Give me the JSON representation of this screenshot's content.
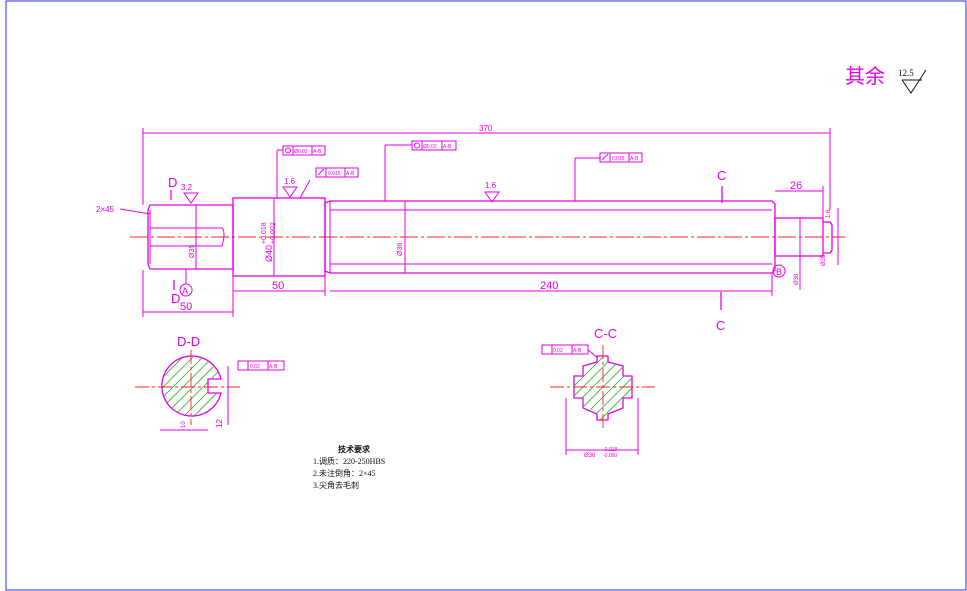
{
  "title_block": {
    "remaining_label": "其余",
    "remaining_roughness": "12.5"
  },
  "dimensions": {
    "overall_length": "370",
    "right_step_length": "26",
    "left_journal_length": "50",
    "shoulder_length": "50",
    "body_length": "240",
    "chamfer": "2×45",
    "dia_journal": "Ø40",
    "dia_journal_upper_dev": "+0.018",
    "dia_journal_lower_dev": "+0.002",
    "dia_left": "Ø35",
    "dia_body": "Ø36",
    "dia_right": "Ø30",
    "dia_right_end": "Ø28",
    "dia_right_small": "1.6",
    "roughness_a": "3.2",
    "roughness_b": "1.6",
    "roughness_c": "1.6"
  },
  "tolerance_frames": {
    "runout_1": "0.02",
    "runout_2": "0.015",
    "concentricity": "Ø0.02",
    "symmetry": "0.02",
    "datum": "A-B"
  },
  "section_labels": {
    "d_top": "D",
    "d_bottom": "D",
    "c_top": "C",
    "c_bottom": "C",
    "section_dd": "D-D",
    "section_cc": "C-C",
    "datum_a": "A",
    "datum_b": "B"
  },
  "section_dd_dims": {
    "key_width": "10",
    "key_depth": "12"
  },
  "section_cc_dims": {
    "spline_dia": "Ø36",
    "spline_dev_upper": "-0.018",
    "spline_dev_lower": "-0.050"
  },
  "tech_notes": {
    "heading": "技术要求",
    "line1": "1.调质：220-250HBS",
    "line2": "2.未注倒角：2×45",
    "line3": "3.尖角去毛刺"
  }
}
